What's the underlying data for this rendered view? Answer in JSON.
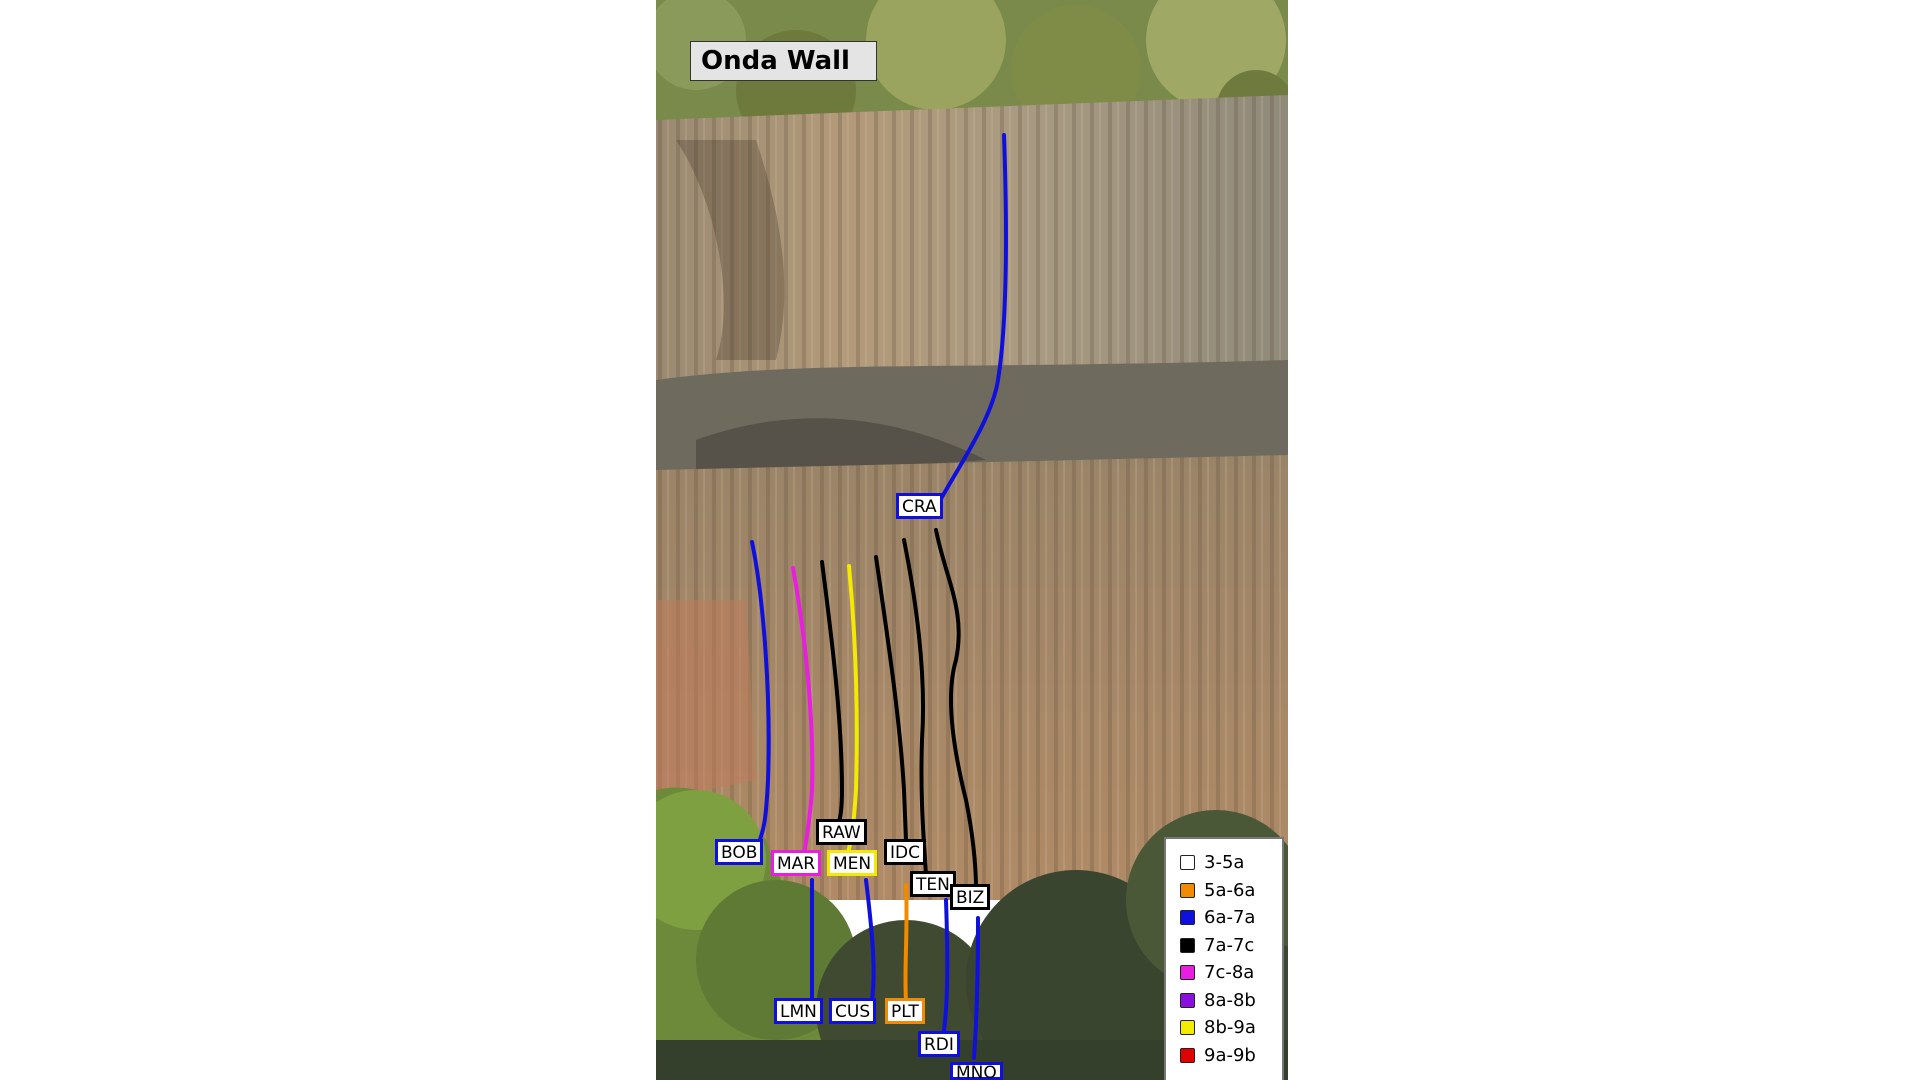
{
  "title": "Onda Wall",
  "routes": [
    {
      "code": "CRA",
      "color": "#1010dd"
    },
    {
      "code": "BOB",
      "color": "#1010dd"
    },
    {
      "code": "RAW",
      "color": "#000000"
    },
    {
      "code": "MAR",
      "color": "#e81ee0"
    },
    {
      "code": "MEN",
      "color": "#f2ea00"
    },
    {
      "code": "IDC",
      "color": "#000000"
    },
    {
      "code": "TEN",
      "color": "#000000"
    },
    {
      "code": "BIZ",
      "color": "#000000"
    },
    {
      "code": "LMN",
      "color": "#1010dd"
    },
    {
      "code": "CUS",
      "color": "#1010dd"
    },
    {
      "code": "PLT",
      "color": "#f08a00"
    },
    {
      "code": "RDI",
      "color": "#1010dd"
    },
    {
      "code": "MNO",
      "color": "#1010dd"
    }
  ],
  "legend": [
    {
      "label": "3-5a",
      "color": "#ffffff"
    },
    {
      "label": "5a-6a",
      "color": "#f08a00"
    },
    {
      "label": "6a-7a",
      "color": "#1010dd"
    },
    {
      "label": "7a-7c",
      "color": "#000000"
    },
    {
      "label": "7c-8a",
      "color": "#e81ee0"
    },
    {
      "label": "8a-8b",
      "color": "#8a10dd"
    },
    {
      "label": "8b-9a",
      "color": "#f2ea00"
    },
    {
      "label": "9a-9b",
      "color": "#e00000"
    }
  ]
}
